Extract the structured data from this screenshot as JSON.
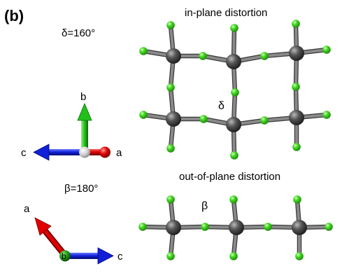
{
  "panel_label": "(b)",
  "delta_label": "δ=160°",
  "beta_label": "β=180°",
  "top_structure_title": "in-plane distortion",
  "bottom_structure_title": "out-of-plane distortion",
  "delta_symbol": "δ",
  "beta_symbol": "β",
  "axes_top": {
    "b": "b",
    "c": "c",
    "a": "a"
  },
  "axes_bottom": {
    "a": "a",
    "b": "b",
    "c": "c"
  },
  "colors": {
    "metal_atom": "#4a4a4a",
    "halide_atom": "#3ccf1e",
    "bond": "#8a8a8a",
    "axis_a": "#d00000",
    "axis_b": "#22c01a",
    "axis_c": "#1020d8"
  }
}
